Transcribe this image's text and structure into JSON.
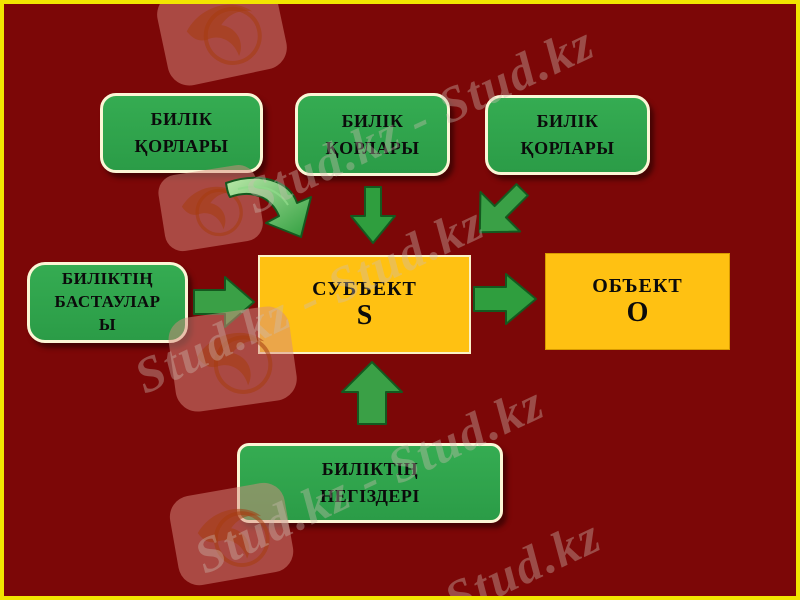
{
  "watermark": {
    "brand": "Stud.kz",
    "tile_text": "Stud.kz - Stud.kz",
    "tail_text": "Stud.kz"
  },
  "colors": {
    "background": "#7c0707",
    "frame_border": "#f2e600",
    "green_node": "#2fa14b",
    "node_border_cream": "#fcf6d6",
    "orange_node": "#ffc112",
    "arrow_green": "#2f9e3e",
    "arrow_outline": "#14591f"
  },
  "nodes": {
    "power_resources_1": {
      "line1": "БИЛІК",
      "line2": "ҚОРЛАРЫ"
    },
    "power_resources_2": {
      "line1": "БИЛІК",
      "line2": "ҚОРЛАРЫ"
    },
    "power_resources_3": {
      "line1": "БИЛІК",
      "line2": "ҚОРЛАРЫ"
    },
    "power_sources": {
      "line1": "БИЛІКТІҢ",
      "line2": "БАСТАУЛАР",
      "line3": "Ы"
    },
    "subject": {
      "label": "СУБЪЕКТ",
      "symbol": "S"
    },
    "object": {
      "label": "ОБЪЕКТ",
      "symbol": "О"
    },
    "power_foundations": {
      "line1": "БИЛІКТІҢ",
      "line2": "НЕГІЗДЕРІ"
    }
  }
}
